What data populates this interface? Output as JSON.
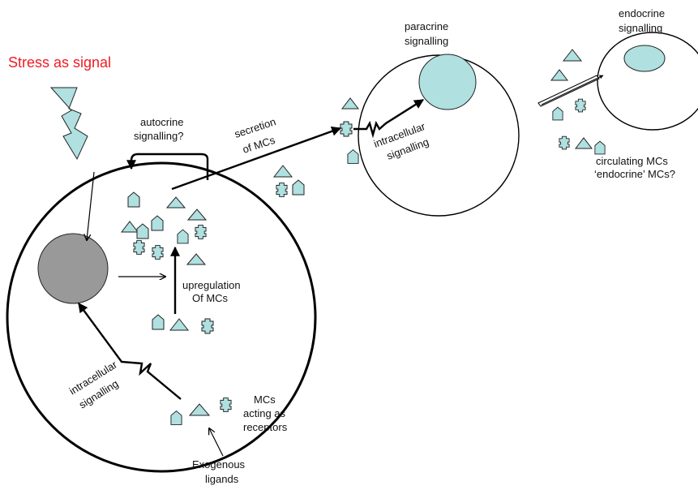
{
  "labels": {
    "stress": "Stress as signal",
    "autocrine_1": "autocrine",
    "autocrine_2": "signalling?",
    "secretion_1": "secretion",
    "secretion_2": "of MCs",
    "paracrine_1": "paracrine",
    "paracrine_2": "signalling",
    "endocrine_1": "endocrine",
    "endocrine_2": "signalling",
    "intracellular_right_1": "intracellular",
    "intracellular_right_2": "signalling",
    "circulating_1": "circulating MCs",
    "circulating_2": "‘endocrine’ MCs?",
    "upregulation_1": "upregulation",
    "upregulation_2": "Of MCs",
    "intracellular_left_1": "intracellular",
    "intracellular_left_2": "signalling",
    "receptors_1": "MCs",
    "receptors_2": "acting as",
    "receptors_3": "receptors",
    "exogenous_1": "Exogenous",
    "exogenous_2": "ligands"
  },
  "colors": {
    "stress_text": "#ee1c24",
    "mc_fill": "#b0e0e0",
    "nucleus_grey": "#999999"
  }
}
